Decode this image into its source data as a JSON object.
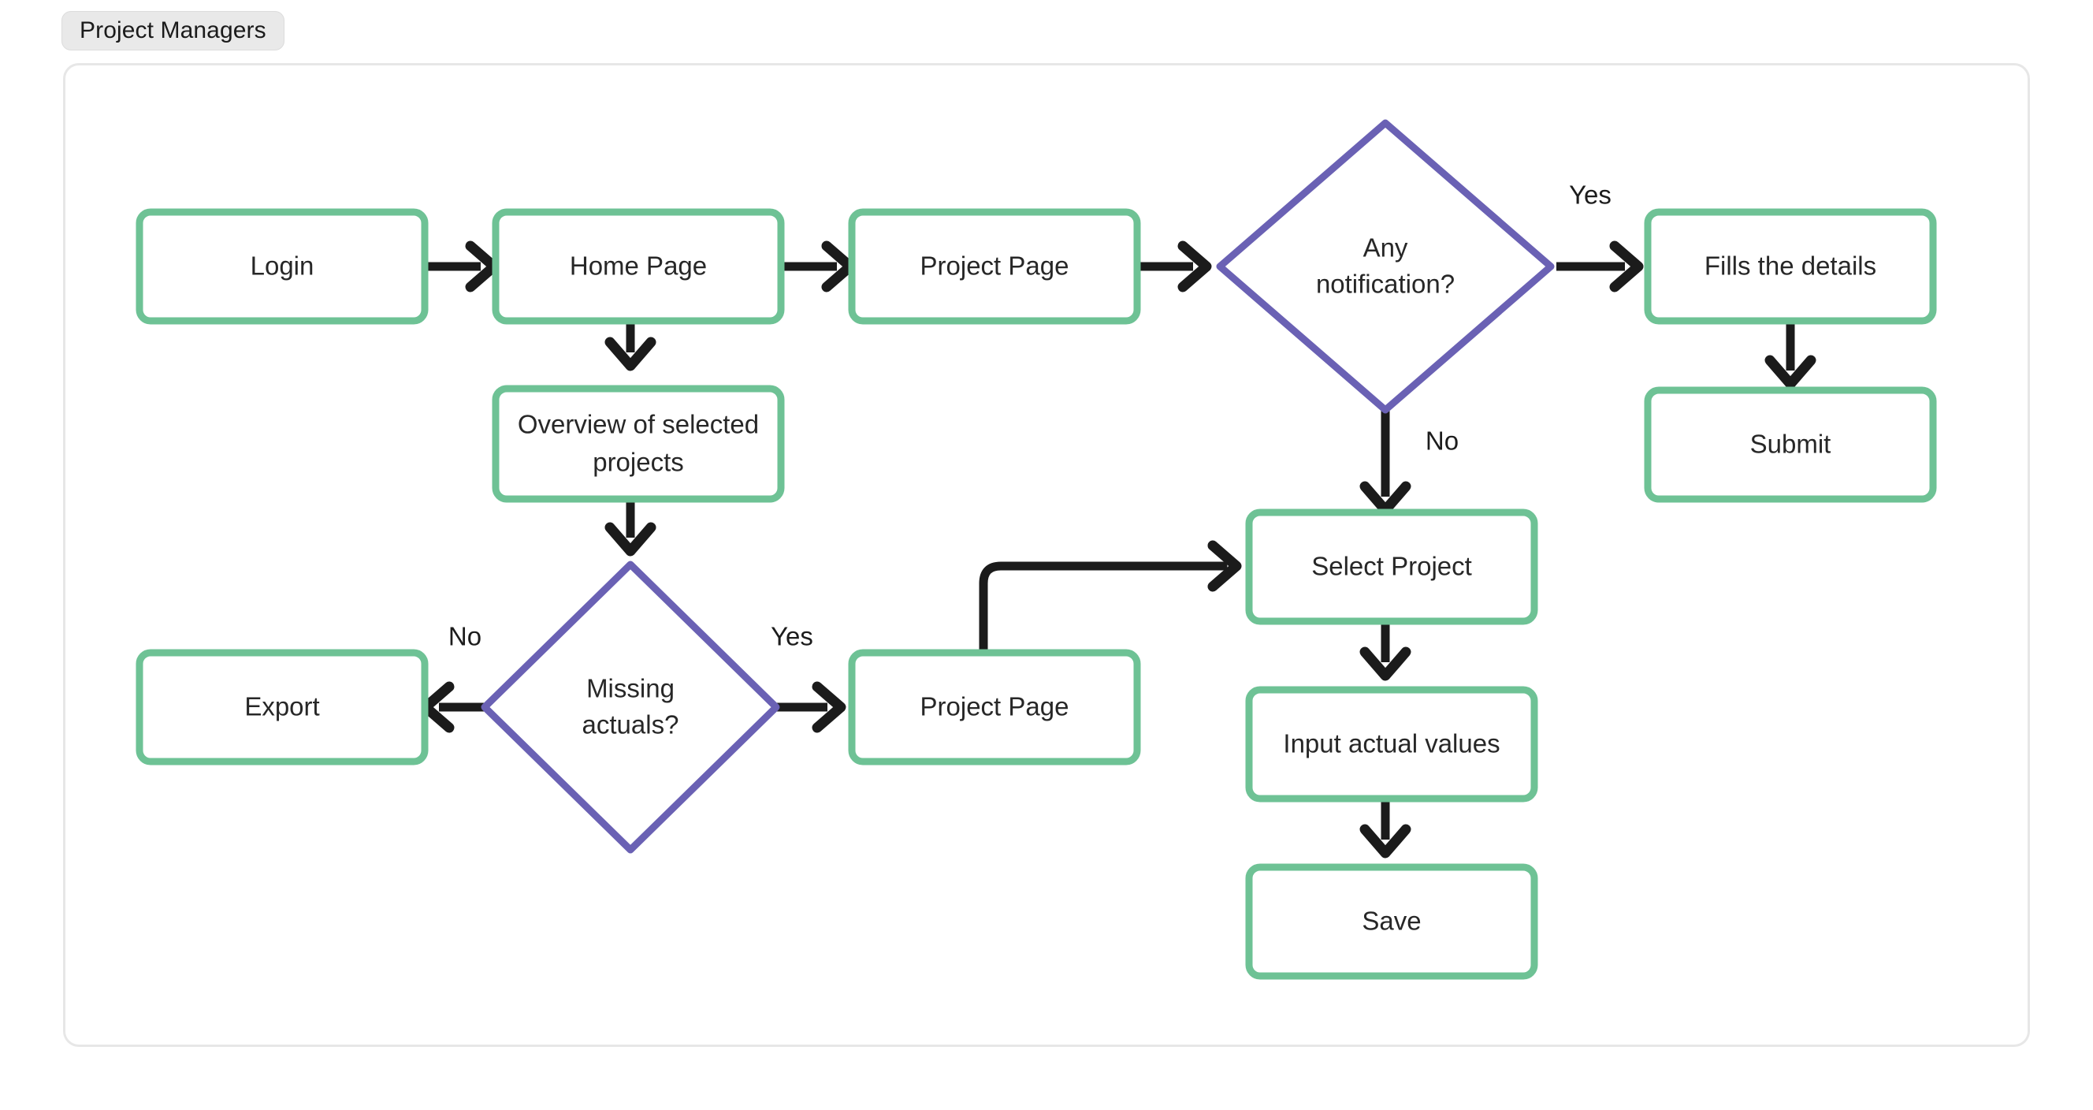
{
  "tab": {
    "label": "Project Managers"
  },
  "diagram": {
    "title": "Project Managers",
    "type": "flowchart",
    "colors": {
      "process_border": "#6ec295",
      "decision_border": "#6a61b4",
      "node_fill": "#ffffff",
      "connector": "#1b1b1b",
      "text": "#272727",
      "frame_border": "#e7e7e7",
      "tab_background": "#e9e9e9"
    },
    "nodes": [
      {
        "id": "login",
        "shape": "process",
        "label": "Login"
      },
      {
        "id": "home",
        "shape": "process",
        "label": "Home Page"
      },
      {
        "id": "projpage",
        "shape": "process",
        "label": "Project Page"
      },
      {
        "id": "anynotif",
        "shape": "decision",
        "label_line1": "Any",
        "label_line2": "notification?"
      },
      {
        "id": "fills",
        "shape": "process",
        "label": "Fills the details"
      },
      {
        "id": "submit",
        "shape": "process",
        "label": "Submit"
      },
      {
        "id": "overview",
        "shape": "process",
        "label_line1": "Overview of selected",
        "label_line2": "projects"
      },
      {
        "id": "missing",
        "shape": "decision",
        "label_line1": "Missing",
        "label_line2": "actuals?"
      },
      {
        "id": "export",
        "shape": "process",
        "label": "Export"
      },
      {
        "id": "projpage2",
        "shape": "process",
        "label": "Project Page"
      },
      {
        "id": "select",
        "shape": "process",
        "label": "Select Project"
      },
      {
        "id": "input",
        "shape": "process",
        "label": "Input actual values"
      },
      {
        "id": "save",
        "shape": "process",
        "label": "Save"
      }
    ],
    "edges": [
      {
        "from": "login",
        "to": "home",
        "label": ""
      },
      {
        "from": "home",
        "to": "projpage",
        "label": ""
      },
      {
        "from": "projpage",
        "to": "anynotif",
        "label": ""
      },
      {
        "from": "anynotif",
        "to": "fills",
        "label": "Yes"
      },
      {
        "from": "fills",
        "to": "submit",
        "label": ""
      },
      {
        "from": "anynotif",
        "to": "select",
        "label": "No"
      },
      {
        "from": "home",
        "to": "overview",
        "label": ""
      },
      {
        "from": "overview",
        "to": "missing",
        "label": ""
      },
      {
        "from": "missing",
        "to": "export",
        "label": "No"
      },
      {
        "from": "missing",
        "to": "projpage2",
        "label": "Yes"
      },
      {
        "from": "projpage2",
        "to": "select",
        "label": ""
      },
      {
        "from": "select",
        "to": "input",
        "label": ""
      },
      {
        "from": "input",
        "to": "save",
        "label": ""
      }
    ],
    "edge_labels": {
      "yes_top": "Yes",
      "no_top": "No",
      "no_bottom": "No",
      "yes_bottom": "Yes"
    }
  }
}
